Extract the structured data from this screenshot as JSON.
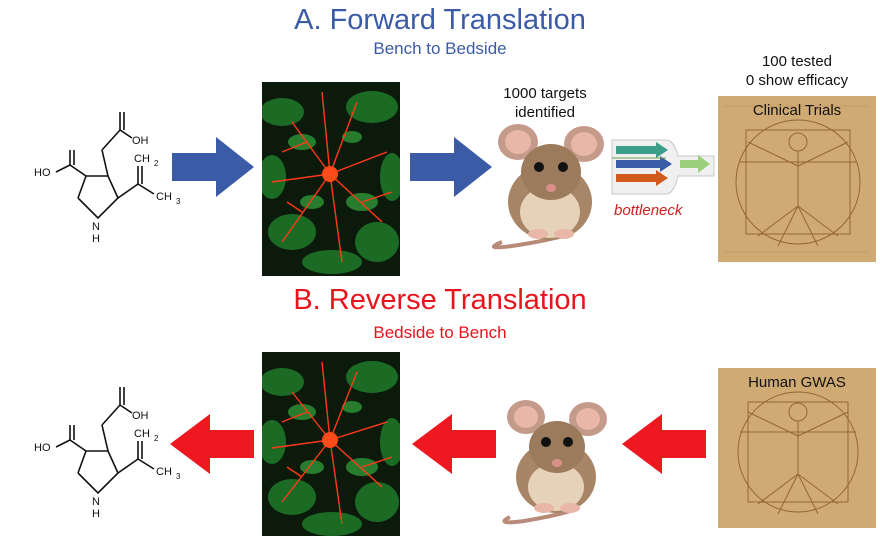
{
  "forward": {
    "title": "A.  Forward Translation",
    "subtitle": "Bench to Bedside",
    "targets_line1": "1000 targets",
    "targets_line2": "identified",
    "tested_line1": "100 tested",
    "tested_line2": "0 show efficacy",
    "trials_label": "Clinical Trials",
    "bottleneck_label": "bottleneck"
  },
  "reverse": {
    "title": "B.  Reverse Translation",
    "subtitle": "Bedside to Bench",
    "gwas_label": "Human GWAS"
  },
  "molecule": {
    "oh1": "OH",
    "ch2": "CH",
    "ch2_sub": "2",
    "ch3": "CH",
    "ch3_sub": "3",
    "ho": "HO",
    "n": "N",
    "h": "H"
  },
  "colors": {
    "forward_accent": "#3b5ba6",
    "reverse_accent": "#e8141c",
    "neuron_bg": "#0b1a0b",
    "parchment": "#d9b57e"
  },
  "icons": [
    "kainic-acid-molecule",
    "neuron-image",
    "mouse-image",
    "bottleneck-funnel",
    "vitruvian-man-image"
  ]
}
